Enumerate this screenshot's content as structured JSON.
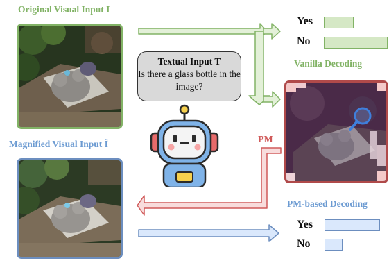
{
  "labels": {
    "original_input": "Original Visual Input I",
    "magnified_input": "Magnified Visual Input Î",
    "vanilla_decoding": "Vanilla Decoding",
    "pm_based_decoding": "PM-based Decoding",
    "pm": "PM"
  },
  "question_box": {
    "title": "Textual Input T",
    "question": "Is there a glass bottle in the image?"
  },
  "vanilla_answers": [
    {
      "label": "Yes",
      "score": 0.47
    },
    {
      "label": "No",
      "score": 1.0
    }
  ],
  "pm_answers": [
    {
      "label": "Yes",
      "score": 1.0
    },
    {
      "label": "No",
      "score": 0.33
    }
  ],
  "colors": {
    "green": "#82b366",
    "blue": "#6c8ebf",
    "red": "#d05a5a",
    "purple": "#7b3f6e"
  },
  "icons": [
    "robot-icon",
    "magnifier-icon"
  ]
}
